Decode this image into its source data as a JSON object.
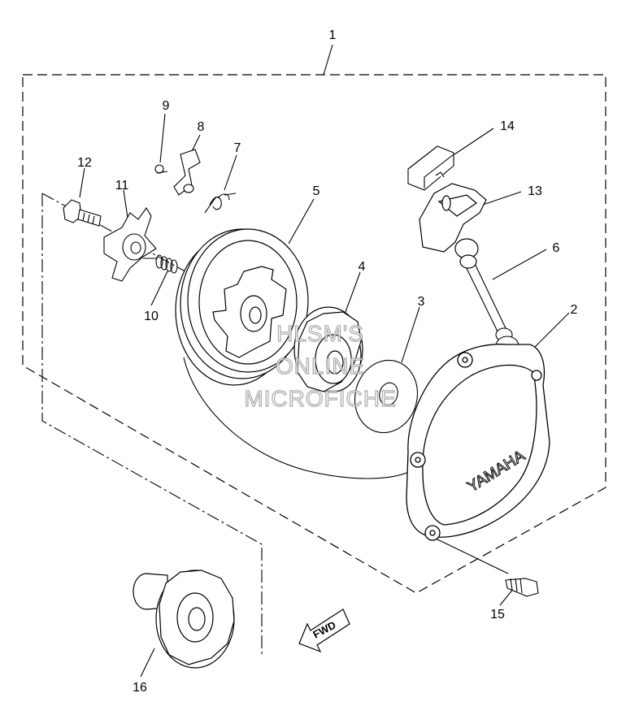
{
  "diagram": {
    "part_numbers": {
      "p1": "1",
      "p2": "2",
      "p3": "3",
      "p4": "4",
      "p5": "5",
      "p6": "6",
      "p7": "7",
      "p8": "8",
      "p9": "9",
      "p10": "10",
      "p11": "11",
      "p12": "12",
      "p13": "13",
      "p14": "14",
      "p15": "15",
      "p16": "16"
    },
    "housing_brand": "YAMAHA",
    "fwd_label": "FWD",
    "watermark": {
      "line1": "HLSM'S",
      "line2": "ONLINE",
      "line3": "MICROFICHE"
    }
  }
}
